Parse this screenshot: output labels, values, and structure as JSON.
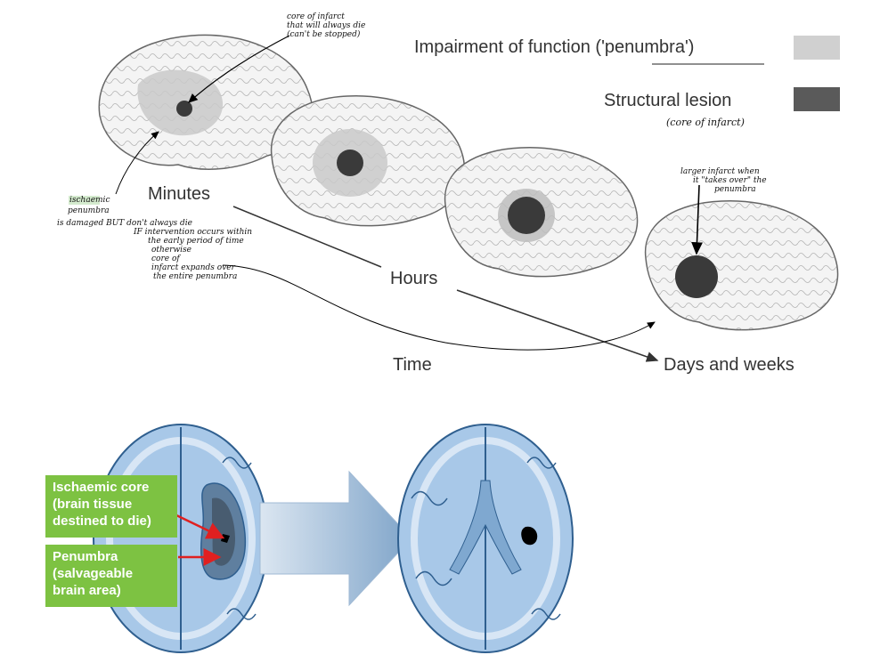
{
  "legend": {
    "impairment": "Impairment of function ('penumbra')",
    "structural": "Structural lesion",
    "structural_note": "(core of infarct)",
    "impairment_color": "#d0d0d0",
    "structural_color": "#5a5a5a"
  },
  "timeline": {
    "minutes": "Minutes",
    "hours": "Hours",
    "time": "Time",
    "days": "Days and weeks"
  },
  "handwritten": {
    "core_note": [
      "core of infarct",
      "that will always die",
      "(can't be stopped)"
    ],
    "ischaemic": "ischaemic",
    "penumbra_word": "penumbra",
    "damaged_note": "is damaged BUT don't always die",
    "if_note": [
      "IF intervention occurs within",
      "the early period of time",
      "otherwise",
      "core of",
      "infarct expands over",
      "the entire penumbra"
    ],
    "larger_note": [
      "larger infarct when",
      "it \"takes over\" the",
      "penumbra"
    ]
  },
  "lower": {
    "core_label": [
      "Ischaemic core",
      "(brain tissue",
      "destined to die)"
    ],
    "penumbra_label": [
      "Penumbra",
      "(salvageable",
      "brain area)"
    ],
    "brain_color": "#a8c8e8",
    "label_color": "#7dc242"
  }
}
